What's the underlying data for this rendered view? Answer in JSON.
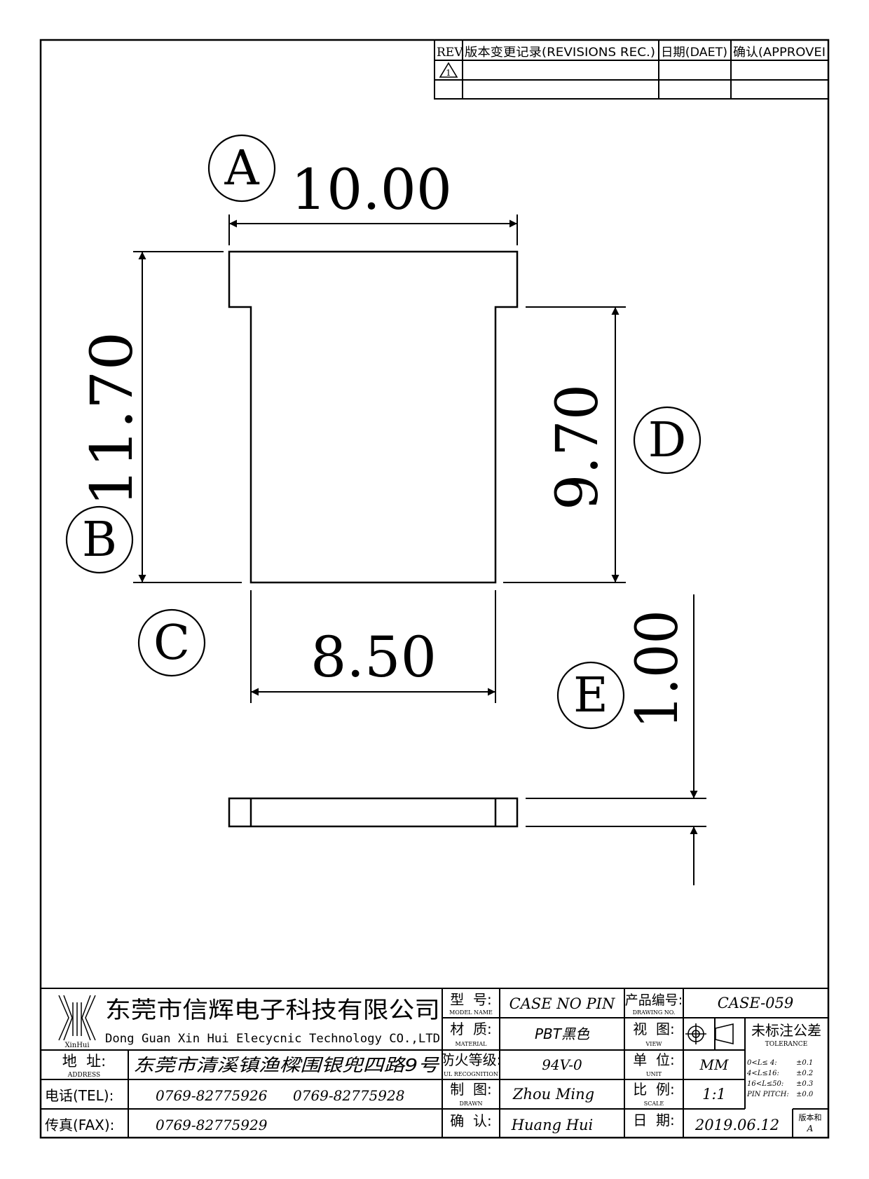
{
  "revisions": {
    "headers": [
      "REV.",
      "版本变更记录(REVISIONS REC.)",
      "日期(DAET)",
      "确认(APPROVEI"
    ],
    "rev_mark": "1"
  },
  "callouts": {
    "a": "A",
    "b": "B",
    "c": "C",
    "d": "D",
    "e": "E"
  },
  "dimensions": {
    "top_width": "10.00",
    "total_height": "11.70",
    "body_width": "8.50",
    "body_height": "9.70",
    "thickness": "1.00"
  },
  "title_block": {
    "company_cn": "东莞市信辉电子科技有限公司",
    "company_en": "Dong Guan Xin Hui Elecycnic Technology CO.,LTD",
    "logo_text": "XinHui",
    "address_label": "地  址:",
    "address_label_en": "ADDRESS",
    "address": "东莞市清溪镇渔樑围银兜四路9号",
    "tel_label": "电话(TEL):",
    "tel_1": "0769-82775926",
    "tel_2": "0769-82775928",
    "fax_label": "传真(FAX):",
    "fax": "0769-82775929",
    "model_label": "型  号:",
    "model_label_en": "MODEL NAME",
    "model": "CASE NO PIN",
    "material_label": "材  质:",
    "material_label_en": "MATERIAL",
    "material": "PBT黑色",
    "ul_label": "防火等级:",
    "ul_label_en": "UL RECOGNITION",
    "ul": "94V-0",
    "drawn_label": "制  图:",
    "drawn_label_en": "DRAWN",
    "drawn": "Zhou Ming",
    "check_label": "确  认:",
    "check": "Huang Hui",
    "drawing_no_label": "产品编号:",
    "drawing_no_label_en": "DRAWING NO.",
    "drawing_no": "CASE-059",
    "view_label": "视  图:",
    "view_label_en": "VIEW",
    "unit_label": "单  位:",
    "unit_label_en": "UNIT",
    "unit": "MM",
    "scale_label": "比  例:",
    "scale_label_en": "SCALE",
    "scale": "1:1",
    "date_label": "日  期:",
    "date": "2019.06.12",
    "tolerance_title": "未标注公差",
    "tolerance_title_en": "TOLERANCE",
    "tolerances": [
      {
        "range": "0<L≤ 4:",
        "value": "±0.1"
      },
      {
        "range": "4<L≤16:",
        "value": "±0.2"
      },
      {
        "range": "16<L≤50:",
        "value": "±0.3"
      },
      {
        "range": "PIN PITCH:",
        "value": "±0.0"
      }
    ],
    "version_label": "版本和",
    "version": "A"
  }
}
